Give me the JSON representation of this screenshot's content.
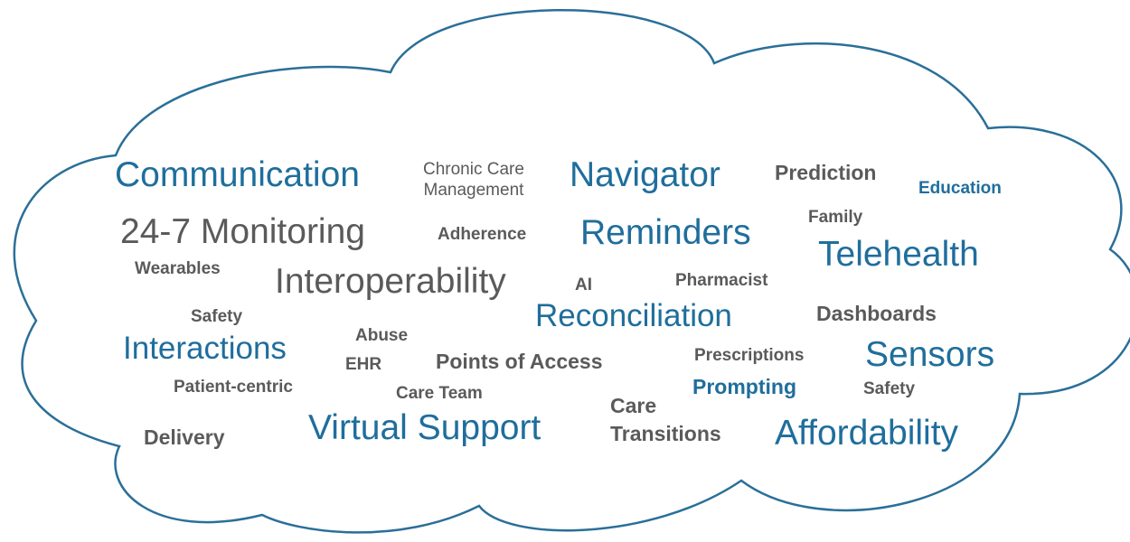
{
  "colors": {
    "blue": "#1f6e9c",
    "gray": "#5a5a5a",
    "outline": "#2a6f99"
  },
  "words": {
    "communication": "Communication",
    "chronic_care_line1": "Chronic Care",
    "chronic_care_line2": "Management",
    "navigator": "Navigator",
    "prediction": "Prediction",
    "education": "Education",
    "monitoring": "24-7 Monitoring",
    "adherence": "Adherence",
    "reminders": "Reminders",
    "family": "Family",
    "telehealth": "Telehealth",
    "wearables": "Wearables",
    "interoperability": "Interoperability",
    "ai": "AI",
    "pharmacist": "Pharmacist",
    "safety_left": "Safety",
    "reconciliation": "Reconciliation",
    "dashboards": "Dashboards",
    "abuse": "Abuse",
    "interactions": "Interactions",
    "ehr": "EHR",
    "points_of_access": "Points of Access",
    "prescriptions": "Prescriptions",
    "sensors": "Sensors",
    "patient_centric": "Patient-centric",
    "care_team": "Care Team",
    "prompting": "Prompting",
    "safety_right": "Safety",
    "care_line1": "Care",
    "care_line2": "Transitions",
    "delivery": "Delivery",
    "virtual_support": "Virtual Support",
    "affordability": "Affordability"
  }
}
